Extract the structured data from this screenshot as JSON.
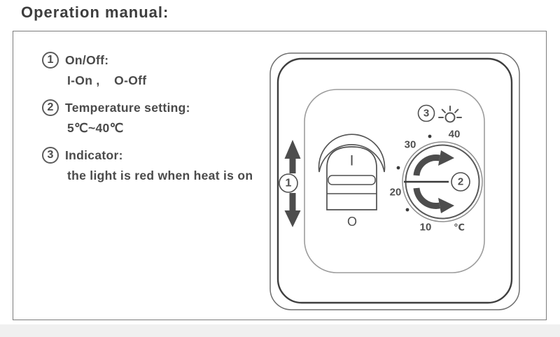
{
  "page": {
    "title": "Operation manual:"
  },
  "manual": {
    "items": [
      {
        "num": "1",
        "label": "On/Off:",
        "detail": "I-On ,    O-Off"
      },
      {
        "num": "2",
        "label": "Temperature setting:",
        "detail": "5℃~40℃"
      },
      {
        "num": "3",
        "label": "Indicator:",
        "detail": "the light is red when heat is on"
      }
    ]
  },
  "device": {
    "power_switch": {
      "callout": "1",
      "on_symbol": "I",
      "off_symbol": "O"
    },
    "dial": {
      "callout": "2",
      "tick_labels": [
        "10",
        "20",
        "30",
        "40"
      ],
      "unit": "℃"
    },
    "indicator": {
      "callout": "3"
    }
  },
  "icons": {
    "indicator": "light-rays-icon",
    "switch_adjust": "up-down-arrows-icon",
    "dial_adjust": "rotate-arrows-icon"
  },
  "colors": {
    "line_dark": "#3f3f3f",
    "line_mid": "#565656",
    "line_light": "#9c9c9c",
    "arrow_fill": "#4d4d4d",
    "text": "#4a4a4a",
    "footer_strip": "#f0f0f0"
  }
}
